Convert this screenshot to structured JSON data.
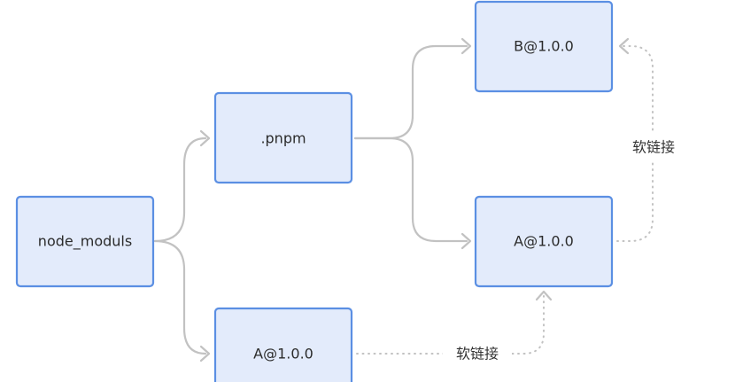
{
  "nodes": {
    "node_modules": "node_moduls",
    "pnpm": ".pnpm",
    "b_store": "B@1.0.0",
    "a_store": "A@1.0.0",
    "a_link": "A@1.0.0"
  },
  "edge_labels": {
    "symlink_a": "软链接",
    "symlink_b": "软链接"
  },
  "colors": {
    "node_fill": "#e3ebfb",
    "node_border": "#5b8fe3",
    "connector": "#c2c2c2"
  }
}
